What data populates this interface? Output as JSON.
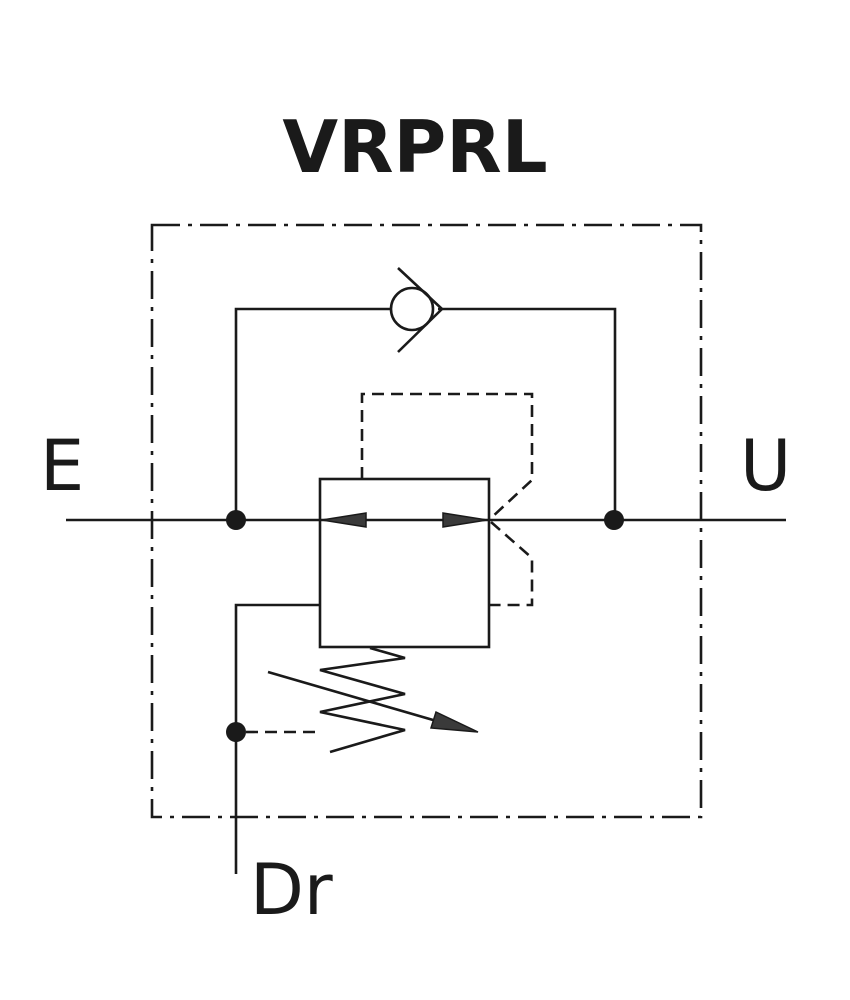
{
  "title": "VRPRL",
  "ports": {
    "inlet": "E",
    "outlet": "U",
    "drain": "Dr"
  },
  "colors": {
    "line": "#1a1a1a",
    "background": "#ffffff"
  },
  "components": {
    "check_valve": "check-valve-symbol",
    "reducing_valve": "pressure-reducing-valve-symbol",
    "spring": "adjustable-spring-symbol"
  }
}
